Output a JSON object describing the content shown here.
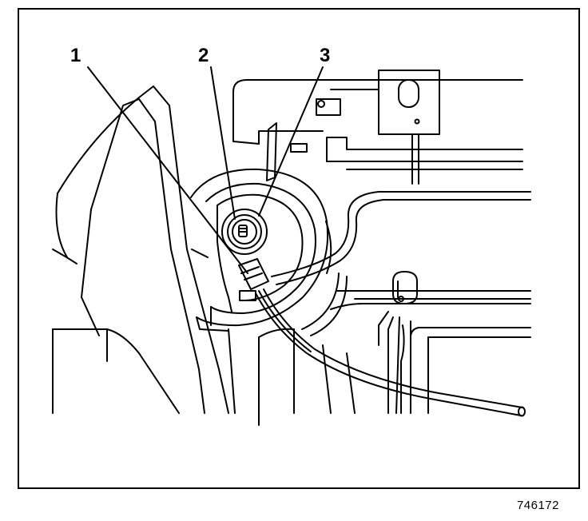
{
  "callouts": [
    {
      "label": "1"
    },
    {
      "label": "2"
    },
    {
      "label": "3"
    }
  ],
  "figure_id": "746172",
  "colors": {
    "line": "#000000",
    "background": "#ffffff"
  }
}
